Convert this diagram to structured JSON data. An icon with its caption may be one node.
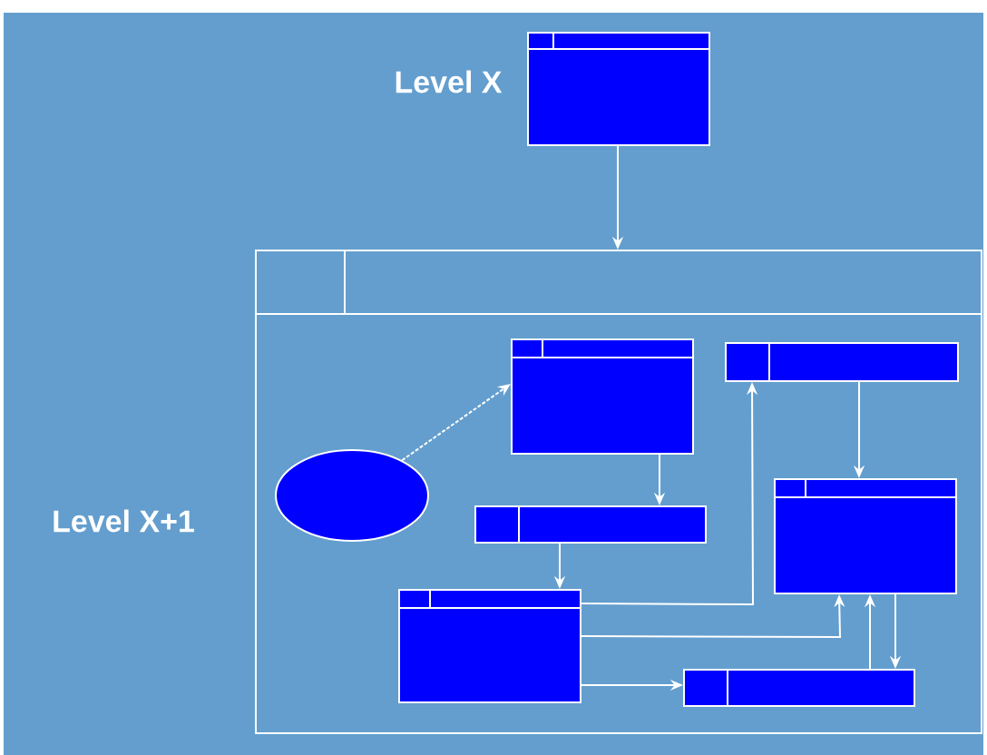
{
  "diagram": {
    "nodes": [
      {
        "text": [],
        "shape": "box",
        "beside": [
          "Level X"
        ]
      },
      {
        "text": [],
        "shape": "box",
        "beside": [
          "Level X+1"
        ]
      },
      {
        "text": [],
        "shape": "ellipse",
        "in": 1
      },
      {
        "text": [],
        "shape": "box",
        "in": 1
      },
      {
        "text": [],
        "shape": "bar",
        "in": 1
      },
      {
        "text": [],
        "shape": "bar",
        "in": 1
      },
      {
        "text": [],
        "shape": "box",
        "in": 1
      },
      {
        "text": [],
        "shape": "box",
        "in": 1
      },
      {
        "text": [],
        "shape": "bar",
        "in": 1
      }
    ],
    "edges": [
      {
        "from": 0,
        "to": 1,
        "arrow": "to"
      },
      {
        "from": 2,
        "to": 3,
        "arrow": "to",
        "style": "dashed"
      },
      {
        "from": 3,
        "to": 5,
        "arrow": "to"
      },
      {
        "from": 4,
        "to": 6,
        "arrow": "to"
      },
      {
        "from": 5,
        "to": 7,
        "arrow": "to"
      },
      {
        "from": 7,
        "to": 4,
        "arrow": "to"
      },
      {
        "from": 7,
        "to": 6,
        "arrow": "to"
      },
      {
        "from": 7,
        "to": 8,
        "arrow": "to"
      },
      {
        "from": 8,
        "to": 6,
        "arrow": "to"
      },
      {
        "from": 6,
        "to": 8,
        "arrow": "to"
      }
    ]
  }
}
